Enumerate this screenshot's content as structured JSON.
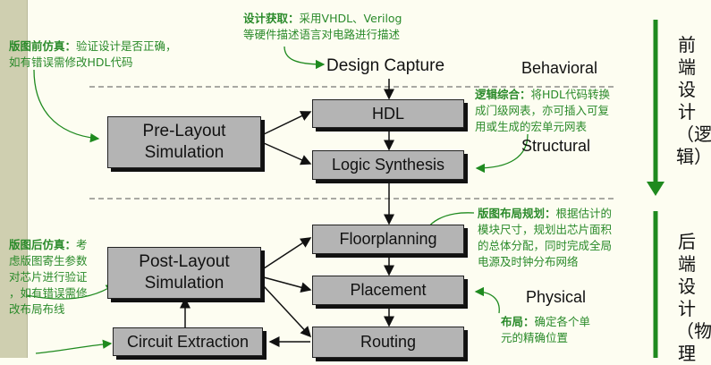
{
  "flow": {
    "design_capture": "Design Capture",
    "hdl": "HDL",
    "logic_synthesis": "Logic Synthesis",
    "floorplanning": "Floorplanning",
    "placement": "Placement",
    "routing": "Routing",
    "pre_layout_sim": "Pre-Layout Simulation",
    "post_layout_sim": "Post-Layout Simulation",
    "circuit_extraction": "Circuit Extraction"
  },
  "levels": {
    "behavioral": "Behavioral",
    "structural": "Structural",
    "physical": "Physical"
  },
  "notes": {
    "design_capture_title": "设计获取：",
    "design_capture_body1": "采用VHDL、Verilog",
    "design_capture_body2": "等硬件描述语言对电路进行描述",
    "pre_sim_title": "版图前仿真：",
    "pre_sim_body1": "验证设计是否正确，",
    "pre_sim_body2": "如有错误需修改HDL代码",
    "synthesis_title": "逻辑综合：",
    "synthesis_body1": "将HDL代码转换",
    "synthesis_body2": "成门级网表，亦可插入可复",
    "synthesis_body3": "用或生成的宏单元网表",
    "post_sim_title": "版图后仿真：",
    "post_sim_body1": "考",
    "post_sim_body2": "虑版图寄生参数",
    "post_sim_body3": "对芯片进行验证",
    "post_sim_body4": "，如有错误需修",
    "post_sim_body5": "改布局布线",
    "floorplan_title": "版图布局规划：",
    "floorplan_body1": "根据估计的",
    "floorplan_body2": "模块尺寸，规划出芯片面积",
    "floorplan_body3": "的总体分配，同时完成全局",
    "floorplan_body4": "电源及时钟分布网络",
    "placement_title": "布局：",
    "placement_body1": "确定各个单",
    "placement_body2": "元的精确位置"
  },
  "side": {
    "front_end": "前端设计（逻辑）",
    "back_end": "后端设计（物理"
  },
  "colors": {
    "background": "#fdfdf1",
    "box_fill": "#b4b4b4",
    "note_green": "#2a8a2a",
    "arrow_green": "#1f8a1f"
  }
}
